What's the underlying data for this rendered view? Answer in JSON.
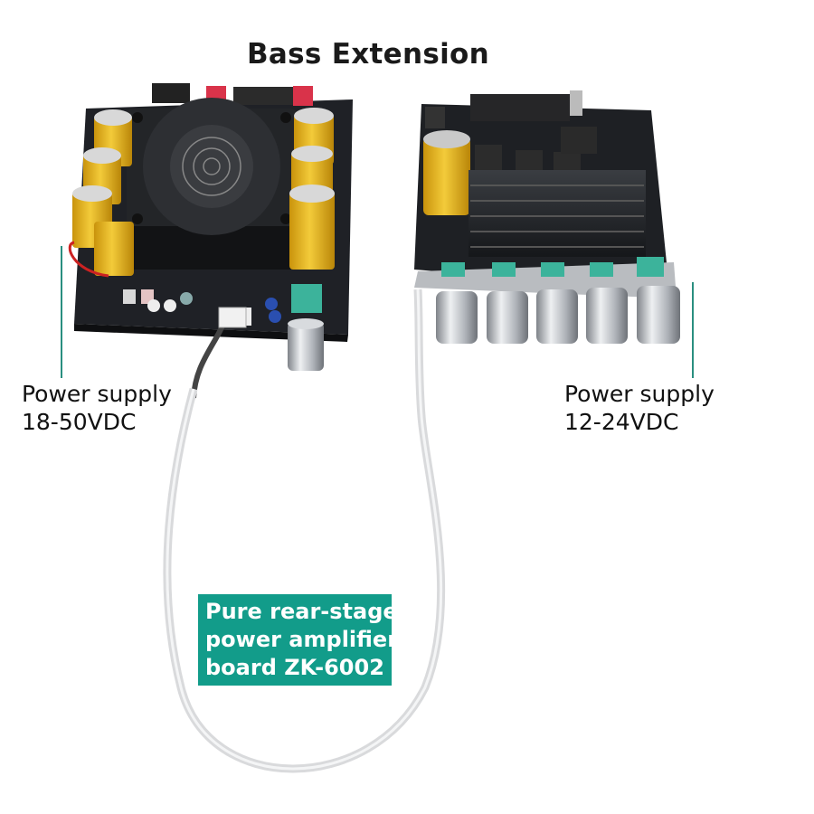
{
  "title": "Bass Extension",
  "left_label": {
    "line1": "Power supply",
    "line2": "18-50VDC"
  },
  "right_label": {
    "line1": "Power supply",
    "line2": "12-24VDC"
  },
  "product_box": {
    "line1": "Pure rear-stage",
    "line2": "power amplifier",
    "line3": "board ZK-6002"
  },
  "colors": {
    "accent": "#129c8a",
    "pcb": "#1d1f24",
    "capacitor": "#e8b51c",
    "knob": "#c9ccd1",
    "pointer_line": "#2a8f80"
  }
}
